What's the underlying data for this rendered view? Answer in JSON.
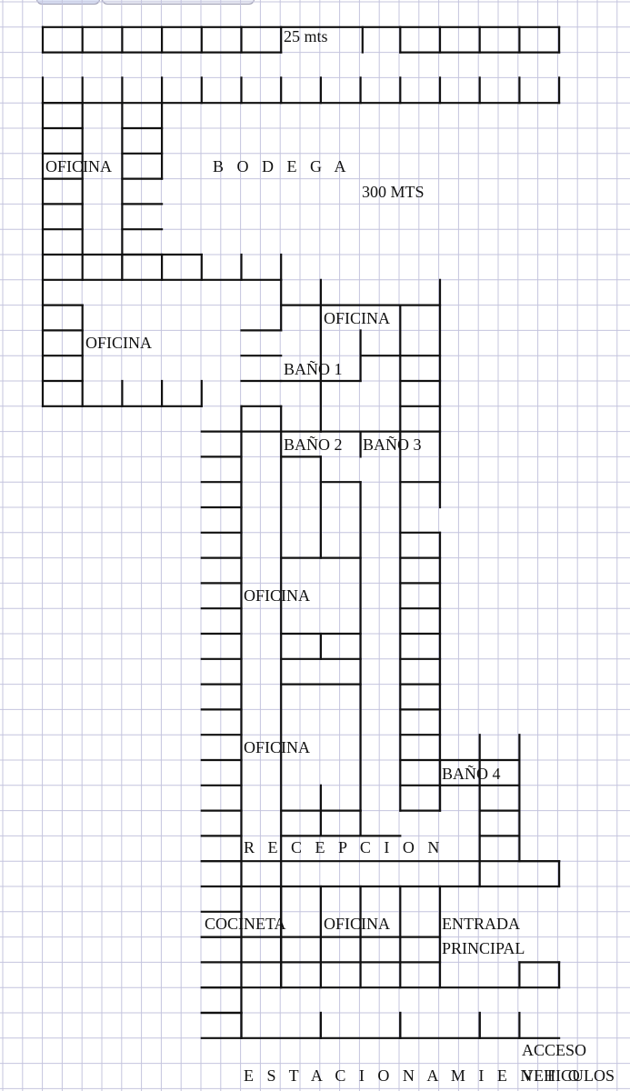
{
  "plan": {
    "width_label": "25 mts",
    "bodega": "B O D E G A",
    "area": "300 MTS",
    "oficina": "OFICINA",
    "bano1": "BAÑO 1",
    "bano2": "BAÑO 2",
    "bano3": "BAÑO 3",
    "bano4": "BAÑO 4",
    "recepcion": "R E C E P C I O N",
    "cocineta": "COCINETA",
    "entrada_1": "ENTRADA",
    "entrada_2": "PRINCIPAL",
    "estacionamiento": "E S T A C I O N A M I E N T O",
    "acceso_1": "ACCESO",
    "acceso_2": "VEHICULOS"
  },
  "colors": {
    "grid": "#c4c4de",
    "wall": "#111111",
    "paper": "#ffffff"
  }
}
